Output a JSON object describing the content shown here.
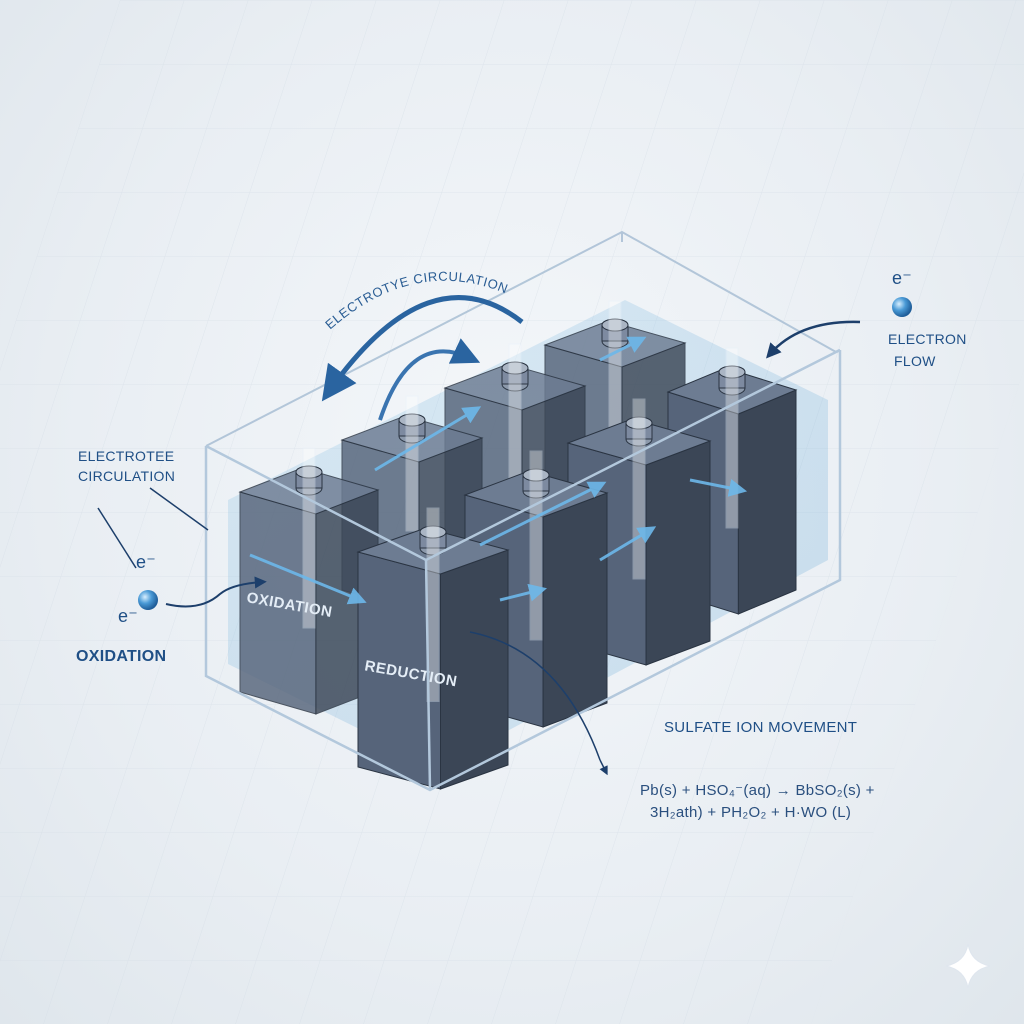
{
  "labels": {
    "circulation_top": "ELECTROTYE CIRCULATION",
    "circulation_left_1": "ELECTROTEE",
    "circulation_left_2": "CIRCULATION",
    "electron_top_right": "e⁻",
    "electron_flow_1": "ELECTRON",
    "electron_flow_2": "FLOW",
    "electron_left_upper": "e⁻",
    "electron_left_lower": "e⁻",
    "oxidation_outside": "OXIDATION",
    "oxidation_face": "OXIDATION",
    "reduction_face": "REDUCTION",
    "sulfate": "SULFATE ION MOVEMENT",
    "equation_line1": "Pb(s) + HSO₄⁻(aq) → BbSO₂(s) +",
    "equation_line2": "3H₂ath) + PH₂O₂ + H·WO (L)"
  },
  "colors": {
    "accent": "#1f4f86",
    "electrolyte": "#7fb9e0",
    "cell_dark": "#3b4656",
    "cell_mid": "#56647a",
    "cell_light": "#6d7c92",
    "electron": "#3b8fd0"
  },
  "icons": {
    "electron": "electron-sphere-icon",
    "sparkle": "sparkle-icon"
  }
}
